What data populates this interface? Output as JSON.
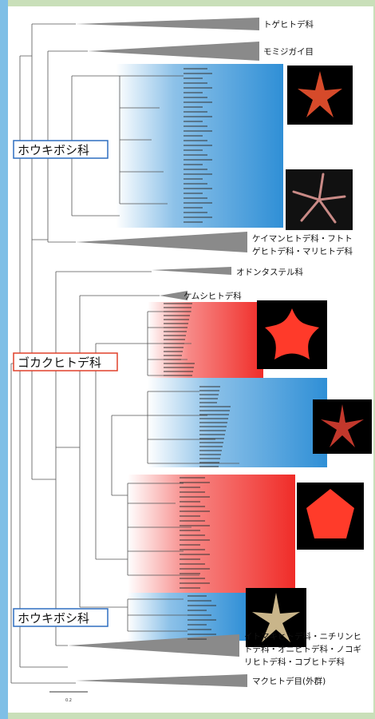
{
  "colors": {
    "background": "#c9dfb9",
    "leftbar": "#7fbfe6",
    "blue_clade": "#2f8fd6",
    "red_clade": "#f02c28",
    "collapsed_clade": "#8a8a8a",
    "box_blue": "#2f6fc0",
    "box_red": "#e0402a"
  },
  "family_labels": {
    "top_blue": "ホウキボシ科",
    "red": "ゴカクヒトデ科",
    "bottom_blue": "ホウキボシ科"
  },
  "collapsed_groups": {
    "g1": "トゲヒトデ科",
    "g2": "モミジガイ目",
    "g3_line1": "ケイマンヒトデ科・フトト",
    "g3_line2": "ゲヒトデ科・マリヒトデ科",
    "g4": "オドンタステル科",
    "g5": "ケムシヒトデ科",
    "g6_line1": "イトマキヒトデ科・ニチリンヒ",
    "g6_line2": "トデ科・オニヒトデ科・ノコギ",
    "g6_line3": "リヒトデ科・コブヒトデ科",
    "g7": "マクヒトデ目(外群)"
  },
  "photos": [
    {
      "name": "starfish-photo-1",
      "color": "#d64a2a",
      "type": "five-arm"
    },
    {
      "name": "starfish-photo-2",
      "color": "#c98a86",
      "type": "thin-arm"
    },
    {
      "name": "starfish-photo-3",
      "color": "#ff3a2a",
      "type": "cushion"
    },
    {
      "name": "starfish-photo-4",
      "color": "#c2382c",
      "type": "five-arm"
    },
    {
      "name": "starfish-photo-5",
      "color": "#ff3b2a",
      "type": "pentagon"
    },
    {
      "name": "starfish-photo-6",
      "color": "#c9b58a",
      "type": "five-arm"
    }
  ],
  "scale_bar": "0.2"
}
